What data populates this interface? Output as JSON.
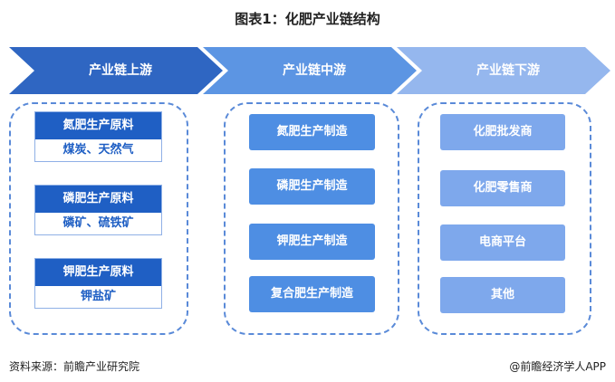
{
  "title": "图表1：化肥产业链结构",
  "colors": {
    "stage_up": "#2f66c2",
    "stage_mid": "#5c95e3",
    "stage_down": "#95b7ee",
    "raw_head": "#1f5fc4",
    "mid_box": "#4e8ee3",
    "down_box": "#7ea8ec",
    "dashed_border": "#5a8ad8"
  },
  "stages": {
    "upstream": "产业链上游",
    "midstream": "产业链中游",
    "downstream": "产业链下游"
  },
  "upstream_items": [
    {
      "name": "氮肥生产原料",
      "detail": "煤炭、天然气"
    },
    {
      "name": "磷肥生产原料",
      "detail": "磷矿、硫铁矿"
    },
    {
      "name": "钾肥生产原料",
      "detail": "钾盐矿"
    }
  ],
  "midstream_items": [
    "氮肥生产制造",
    "磷肥生产制造",
    "钾肥生产制造",
    "复合肥生产制造"
  ],
  "downstream_items": [
    "化肥批发商",
    "化肥零售商",
    "电商平台",
    "其他"
  ],
  "footer": {
    "source": "资料来源：前瞻产业研究院",
    "brand": "@前瞻经济学人APP"
  }
}
